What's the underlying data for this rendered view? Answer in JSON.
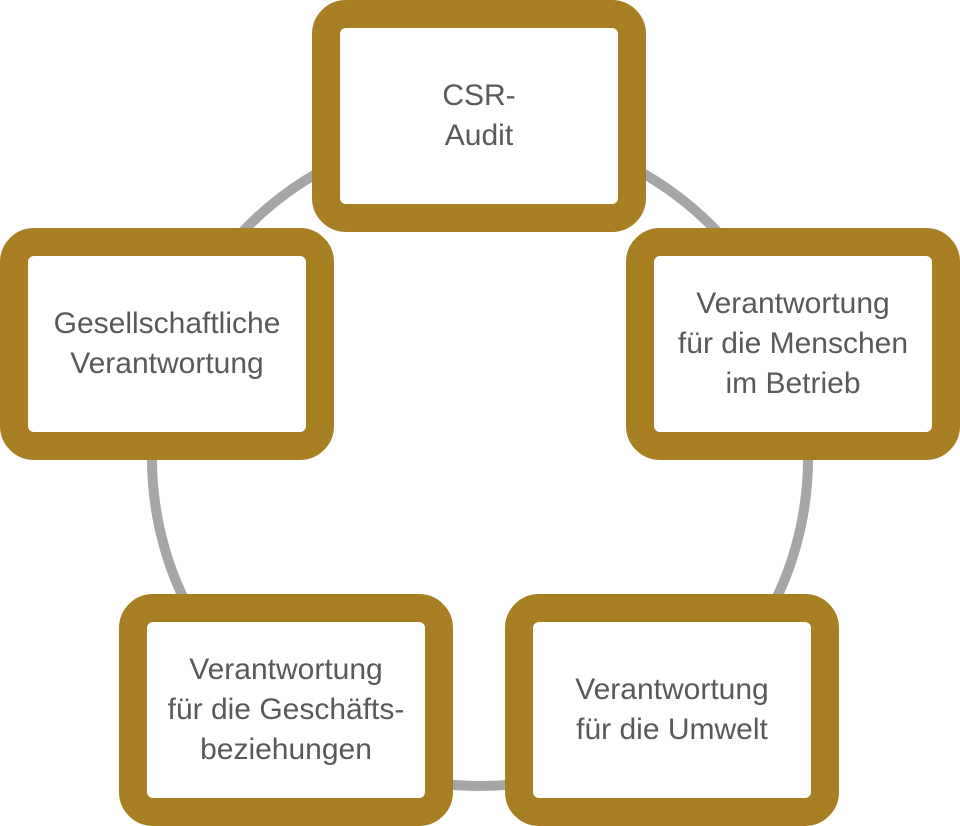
{
  "diagram": {
    "colors": {
      "box_border": "#A88023",
      "ring": "#A6A6A6",
      "text": "#595959"
    },
    "nodes": [
      {
        "id": "audit",
        "label": "CSR-\nAudit"
      },
      {
        "id": "people",
        "label": "Verantwortung\nfür die Menschen\nim Betrieb"
      },
      {
        "id": "env",
        "label": "Verantwortung\nfür die Umwelt"
      },
      {
        "id": "biz",
        "label": "Verantwortung\nfür die Geschäfts-\nbeziehungen"
      },
      {
        "id": "social",
        "label": "Gesellschaftliche\nVerantwortung"
      }
    ]
  }
}
